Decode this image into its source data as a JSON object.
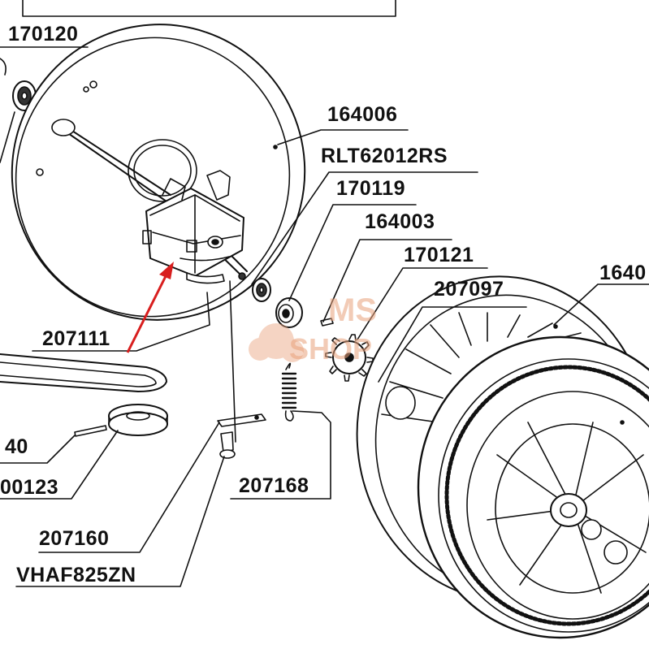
{
  "labels": {
    "l170120": "170120",
    "l164006": "164006",
    "lRLT": "RLT62012RS",
    "l170119": "170119",
    "l164003": "164003",
    "l170121": "170121",
    "l207097": "207097",
    "l1640": "1640",
    "l207111": "207111",
    "l40": "40",
    "l00123": "00123",
    "l207168": "207168",
    "l207160": "207160",
    "lVHAF": "VHAF825ZN"
  },
  "watermark": {
    "line1": "MS",
    "line2": "SHOP"
  },
  "colors": {
    "line": "#111111",
    "pointer": "#d81e1e",
    "watermark": "#e9a27c"
  }
}
